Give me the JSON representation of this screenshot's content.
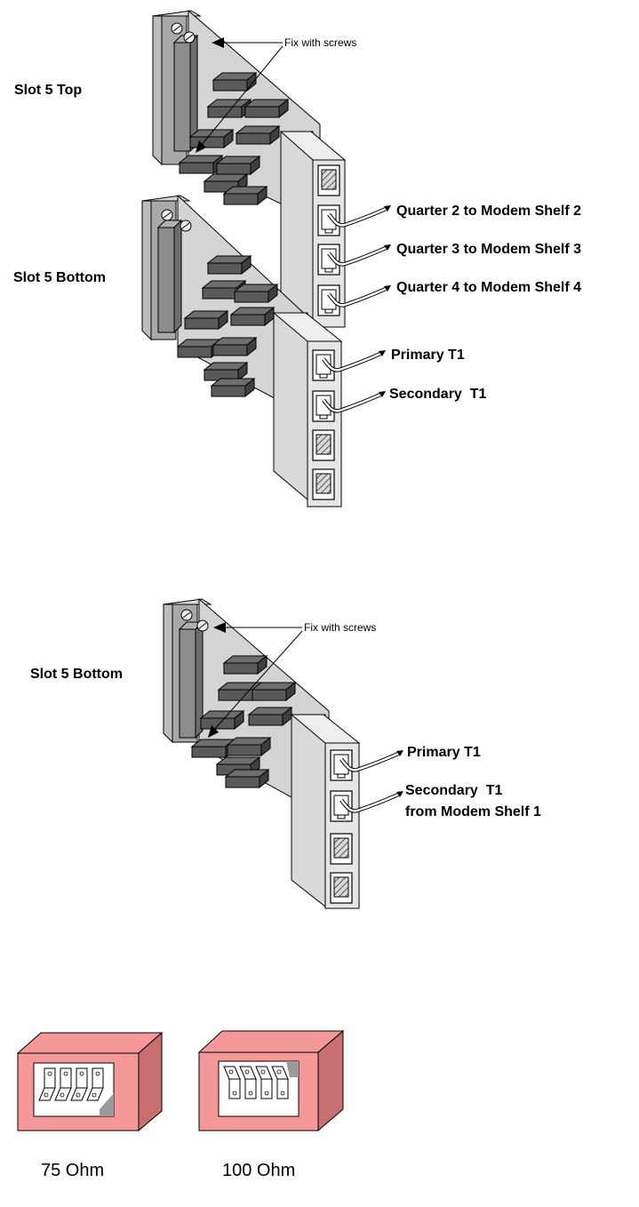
{
  "diagram1": {
    "callout": "Fix with screws",
    "slot_top": "Slot 5 Top",
    "slot_bottom": "Slot 5 Bottom",
    "ports_top": [
      "Quarter 2 to Modem Shelf 2",
      "Quarter 3 to Modem Shelf 3",
      "Quarter 4 to Modem Shelf 4"
    ],
    "ports_bottom": [
      "Primary T1",
      "Secondary  T1"
    ]
  },
  "diagram2": {
    "callout": "Fix with screws",
    "slot": "Slot 5 Bottom",
    "port_primary": "Primary T1",
    "port_secondary": "Secondary  T1",
    "port_secondary_sub": "from Modem Shelf 1"
  },
  "switches": {
    "left_label": "75 Ohm",
    "right_label": "100 Ohm",
    "box_color": "#f4989a",
    "box_side_color": "#c76f71"
  }
}
